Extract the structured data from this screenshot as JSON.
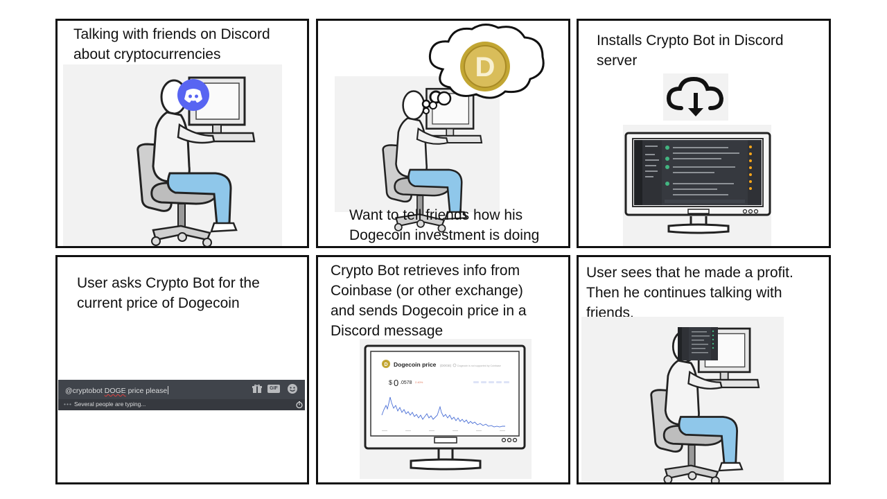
{
  "panels": [
    {
      "caption": "Talking with friends on Discord\nabout cryptocurrencies"
    },
    {
      "caption": "Want to tell friends how his\nDogecoin investment is doing",
      "coin_letter": "D"
    },
    {
      "caption": "Installs Crypto Bot in Discord\nserver"
    },
    {
      "caption": "User asks Crypto Bot for the\ncurrent price of Dogecoin",
      "chat": {
        "message_prefix": "@cryptobot ",
        "message_underlined": "DOGE",
        "message_suffix": " price please",
        "gif": "GIF",
        "typing": "Several people are typing..."
      }
    },
    {
      "caption": "Crypto Bot retrieves info from\nCoinbase (or other exchange)\nand sends Dogecoin price in a\nDiscord message",
      "widget": {
        "title": "Dogecoin price",
        "ticker": "(DOGE)",
        "note": "Dogecoin is not supported by Coinbase",
        "price_prefix": "$",
        "price_big": "0",
        "price_rest": ".0578",
        "change": "2.40%",
        "coin_letter": "D"
      }
    },
    {
      "caption": "User sees that he made a profit.\nThen he continues talking with\nfriends."
    }
  ],
  "colors": {
    "discord_blurple": "#5865f2",
    "doge_gold": "#c2a633",
    "chart_line": "#4a6fd6",
    "chair_blue": "#8fc7ea"
  },
  "icons": [
    "discord-logo-icon",
    "thought-bubble-icon",
    "dogecoin-icon",
    "cloud-download-icon",
    "gift-icon",
    "gif-icon",
    "emoji-icon",
    "timer-icon"
  ]
}
